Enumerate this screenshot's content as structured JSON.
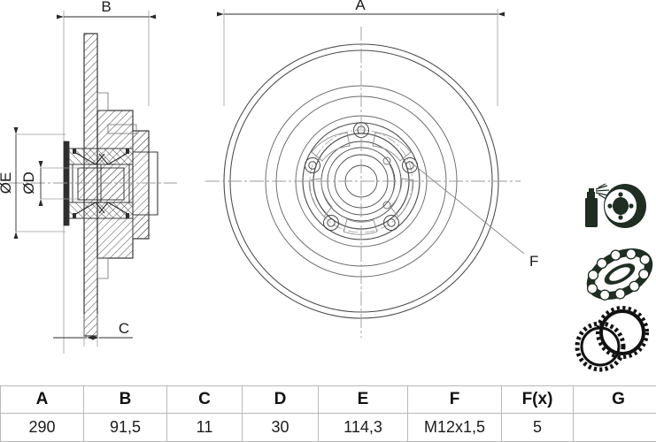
{
  "drawing": {
    "type": "engineering-technical-drawing",
    "subject": "brake-disc-with-wheel-bearing-hub",
    "views": {
      "section_view": {
        "name": "cross-section-side-view",
        "dimension_labels": [
          "B",
          "C",
          "ØE",
          "ØD"
        ]
      },
      "face_view": {
        "name": "disc-face-front-view",
        "dimension_labels": [
          "A",
          "F"
        ],
        "bolt_hole_count": 5
      }
    },
    "accessory_icons": [
      {
        "name": "grease-spray-hub-icon",
        "label": "spray-and-hub"
      },
      {
        "name": "ball-bearing-icon",
        "label": "ball-bearing"
      },
      {
        "name": "abs-encoder-ring-icon",
        "label": "abs-ring-and-seal"
      }
    ],
    "colors": {
      "line": "#3a3a3a",
      "thin_line": "#8c8c8c",
      "center_line": "#9a9a9a",
      "hatch": "#4a4a4a",
      "icon_dark": "#1f2d22",
      "table_border": "#b9b9b9"
    },
    "callouts": {
      "A": "A",
      "B": "B",
      "C": "C",
      "D": "ØD",
      "E": "ØE",
      "F": "F"
    }
  },
  "spec_table": {
    "headers": [
      "A",
      "B",
      "C",
      "D",
      "E",
      "F",
      "F(x)",
      "G"
    ],
    "values": [
      "290",
      "91,5",
      "11",
      "30",
      "114,3",
      "M12x1,5",
      "5",
      ""
    ]
  }
}
